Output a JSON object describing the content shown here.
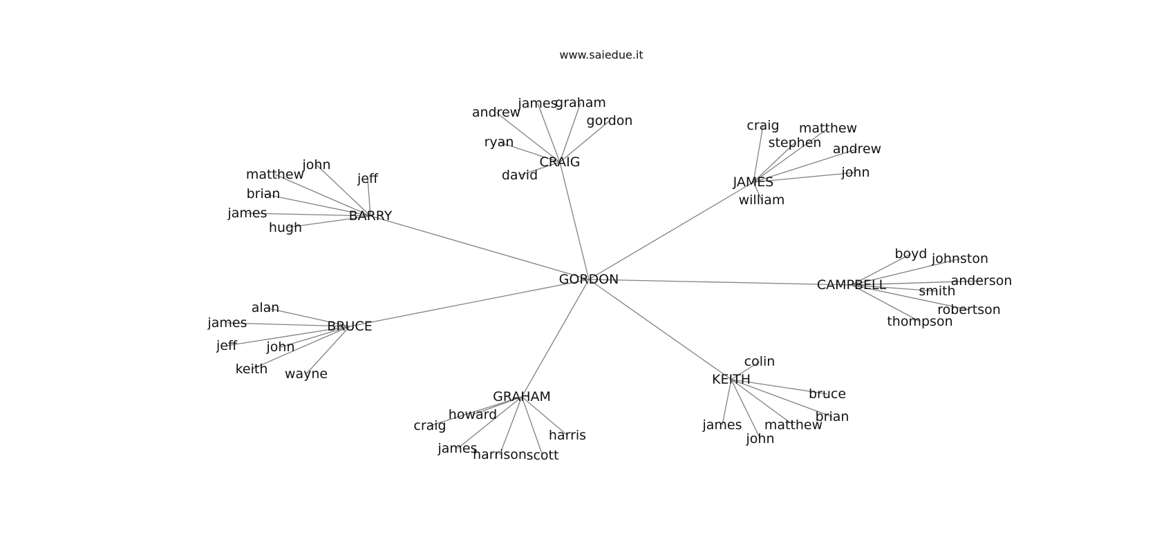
{
  "site_title": "www.saiedue.it",
  "root": "GORDON",
  "groups": [
    {
      "name": "CRAIG",
      "leaves": [
        "andrew",
        "james",
        "graham",
        "gordon",
        "ryan",
        "david"
      ]
    },
    {
      "name": "JAMES",
      "leaves": [
        "craig",
        "matthew",
        "stephen",
        "andrew",
        "john",
        "william"
      ]
    },
    {
      "name": "BARRY",
      "leaves": [
        "john",
        "matthew",
        "jeff",
        "brian",
        "james",
        "hugh"
      ]
    },
    {
      "name": "CAMPBELL",
      "leaves": [
        "boyd",
        "johnston",
        "anderson",
        "smith",
        "robertson",
        "thompson"
      ]
    },
    {
      "name": "BRUCE",
      "leaves": [
        "alan",
        "james",
        "jeff",
        "john",
        "keith",
        "wayne"
      ]
    },
    {
      "name": "GRAHAM",
      "leaves": [
        "howard",
        "craig",
        "harris",
        "james",
        "harrison",
        "scott"
      ]
    },
    {
      "name": "KEITH",
      "leaves": [
        "colin",
        "bruce",
        "brian",
        "matthew",
        "james",
        "john"
      ]
    }
  ]
}
